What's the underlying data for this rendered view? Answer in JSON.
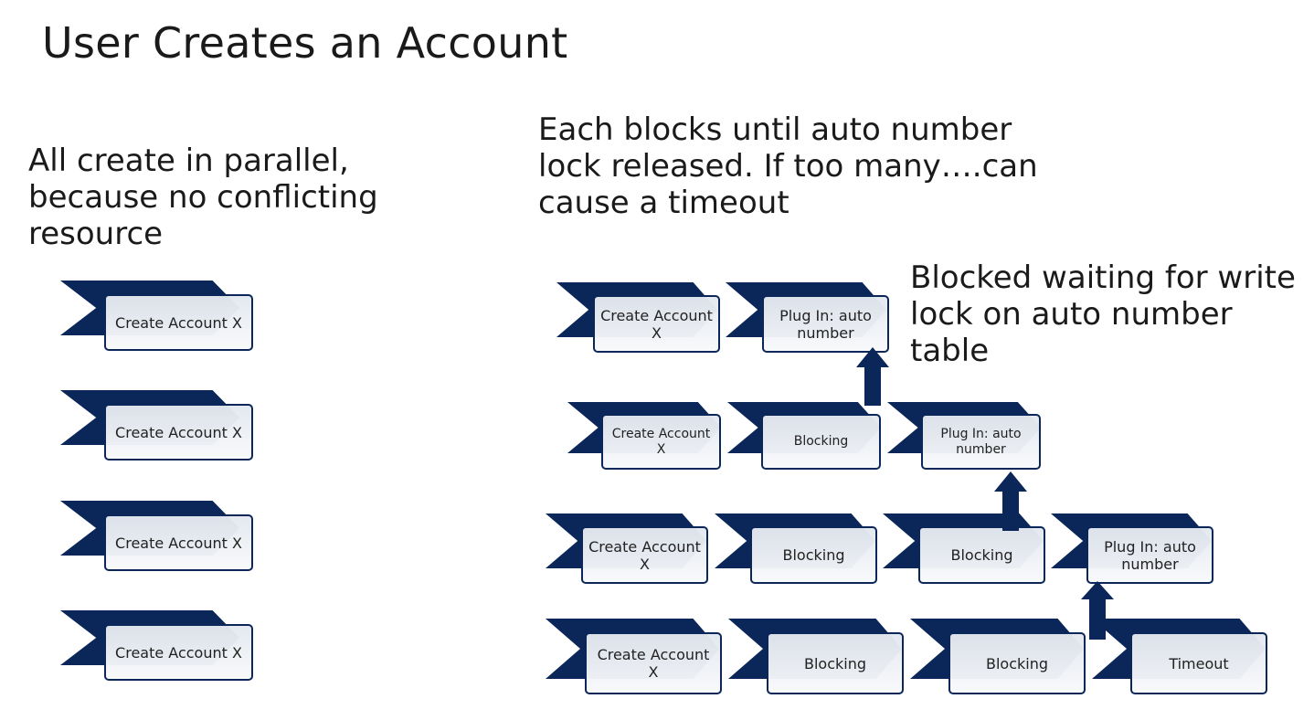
{
  "title": "User Creates an Account",
  "captions": {
    "left": [
      "All create in parallel,",
      "because no conflicting",
      "resource"
    ],
    "right": [
      "Each blocks until auto number",
      "lock released. If too many….can",
      "cause a timeout"
    ],
    "blocked": [
      "Blocked waiting for write",
      "lock on auto number",
      "table"
    ]
  },
  "left_column": [
    {
      "label": "Create Account X"
    },
    {
      "label": "Create Account X"
    },
    {
      "label": "Create Account X"
    },
    {
      "label": "Create Account X"
    }
  ],
  "right_rows": [
    [
      {
        "label": "Create Account X"
      },
      {
        "label": "Plug In: auto number"
      }
    ],
    [
      {
        "label": "Create Account X"
      },
      {
        "label": "Blocking"
      },
      {
        "label": "Plug In: auto number"
      }
    ],
    [
      {
        "label": "Create Account X"
      },
      {
        "label": "Blocking"
      },
      {
        "label": "Blocking"
      },
      {
        "label": "Plug In: auto number"
      }
    ],
    [
      {
        "label": "Create Account X"
      },
      {
        "label": "Blocking"
      },
      {
        "label": "Blocking"
      },
      {
        "label": "Timeout"
      }
    ]
  ],
  "colors": {
    "chevron": "#0b2658",
    "box_fill": "#eef1f5",
    "box_border": "#0b2658",
    "arrow": "#0b2658"
  }
}
